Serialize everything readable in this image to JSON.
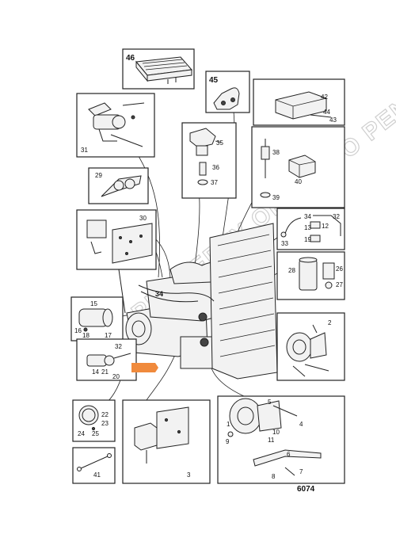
{
  "figure_number": "6074",
  "watermark": "PROPERTY OF VOLVO PENTA",
  "highlight_color": "#f08a3c",
  "callouts": {
    "c46": "46",
    "c45": "45",
    "c42": "42",
    "c44": "44",
    "c43": "43",
    "c31": "31",
    "c35": "35",
    "c36": "36",
    "c37": "37",
    "c38": "38",
    "c40": "40",
    "c39": "39",
    "c29": "29",
    "c30": "30",
    "c34a": "34",
    "c32a": "32",
    "c13": "13",
    "c12": "12",
    "c19": "19",
    "c33": "33",
    "c28": "28",
    "c26": "26",
    "c27": "27",
    "c34b": "34",
    "c15": "15",
    "c16": "16",
    "c18": "18",
    "c17": "17",
    "c2": "2",
    "c32b": "32",
    "c14": "14",
    "c21": "21",
    "c20": "20",
    "c22": "22",
    "c23": "23",
    "c24": "24",
    "c25": "25",
    "c3": "3",
    "c5": "5",
    "c4": "4",
    "c1": "1",
    "c10": "10",
    "c11": "11",
    "c9": "9",
    "c6": "6",
    "c7": "7",
    "c8": "8",
    "c41": "41"
  }
}
